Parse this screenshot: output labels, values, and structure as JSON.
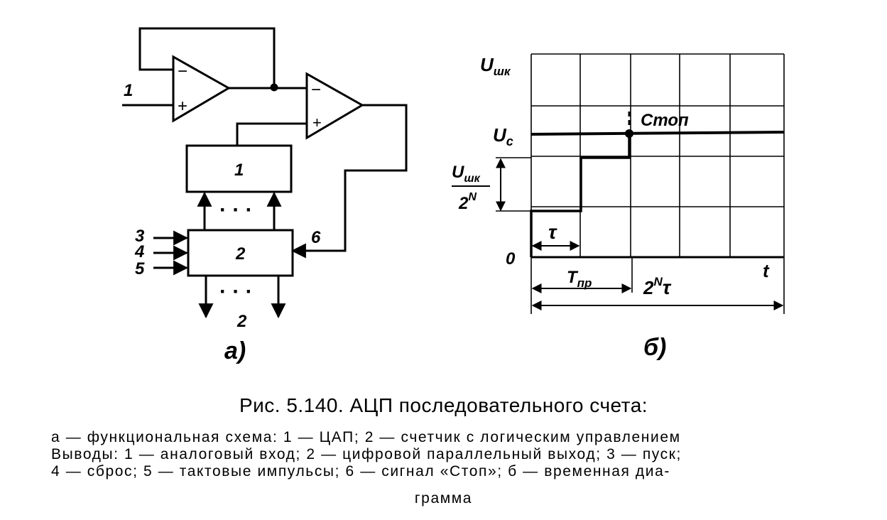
{
  "schematic": {
    "label": "а)",
    "input_1": "1",
    "block_dac": "1",
    "block_counter": "2",
    "dots_top": "· · ·",
    "dots_bottom": "· · ·",
    "pin_3": "3",
    "pin_4": "4",
    "pin_5": "5",
    "pin_6": "6",
    "output_2": "2",
    "minus": "−",
    "plus": "+"
  },
  "timing": {
    "label": "б)",
    "u_fs": "U",
    "u_fs_sub": "шк",
    "u_c": "U",
    "u_c_sub": "с",
    "step_num": "U",
    "step_num_sub": "шк",
    "step_den": "2",
    "step_den_sup": "N",
    "zero": "0",
    "stop": "Стоп",
    "tau": "τ",
    "t_conv": "T",
    "t_conv_sub": "пр",
    "total": "2",
    "total_sup": "N",
    "total_tail": "τ",
    "t_axis": "t"
  },
  "caption": {
    "title": "Рис. 5.140. АЦП последовательного счета:",
    "line1": "а — функциональная схема: 1 — ЦАП; 2 — счетчик с логическим управлением",
    "line2": "Выводы: 1 — аналоговый вход; 2 — цифровой параллельный выход; 3 — пуск;",
    "line3": "4 — сброс; 5 — тактовые импульсы; 6 — сигнал «Стоп»;   б — временная диа-",
    "line4": "грамма"
  }
}
